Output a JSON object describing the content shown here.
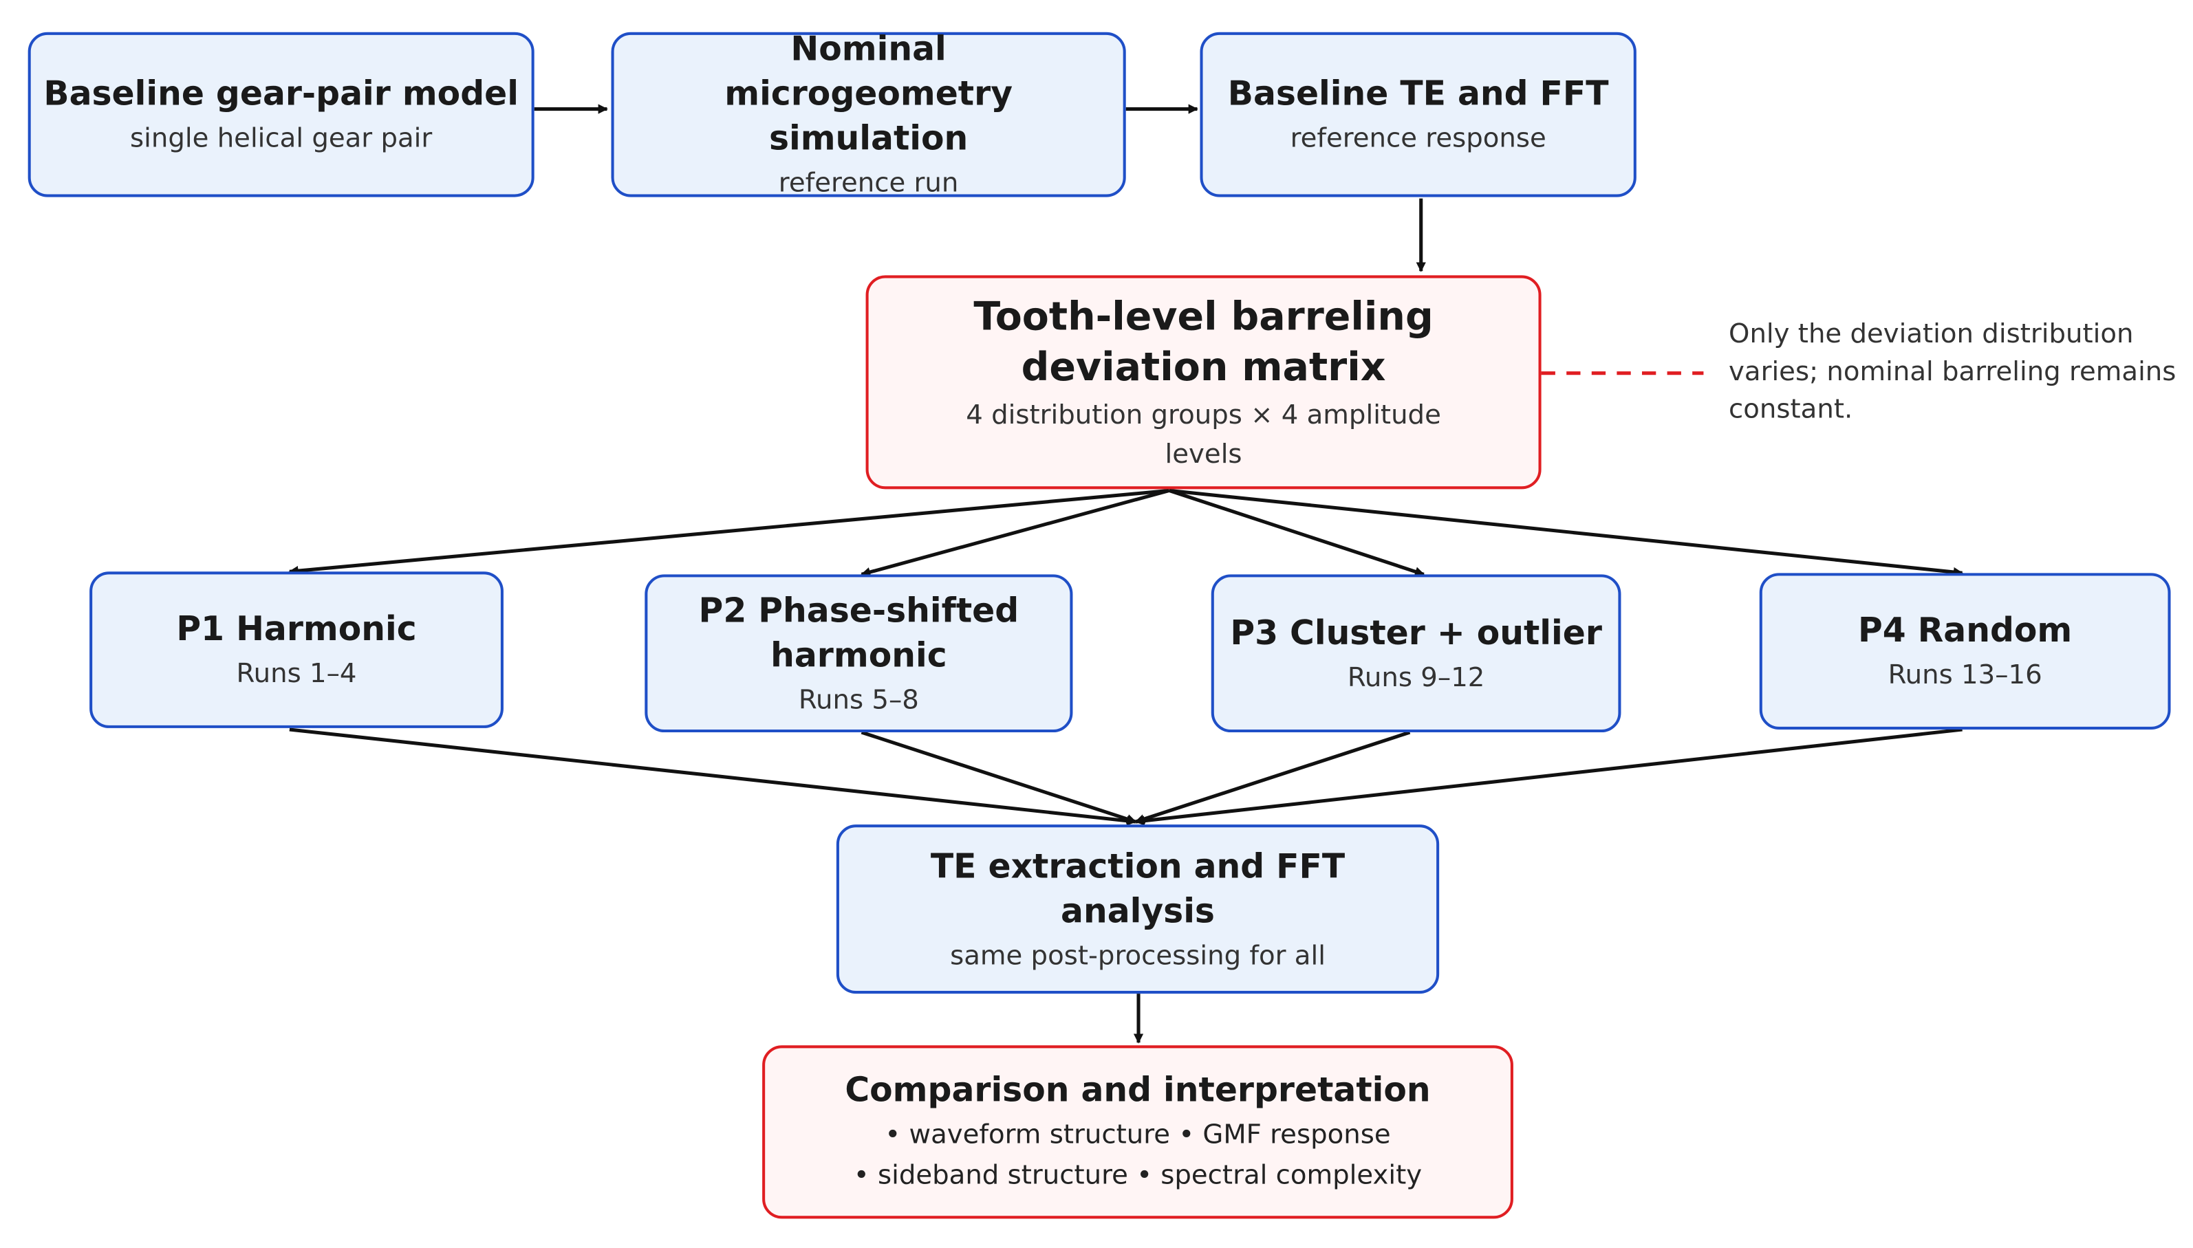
{
  "nodes": {
    "baseline_model": {
      "title": "Baseline gear-pair model",
      "subtitle": "single helical gear pair"
    },
    "nominal_sim": {
      "title": "Nominal microgeometry simulation",
      "subtitle": "reference run"
    },
    "baseline_te": {
      "title": "Baseline TE and FFT",
      "subtitle": "reference response"
    },
    "deviation_matrix": {
      "title": "Tooth-level barreling deviation matrix",
      "subtitle": "4 distribution groups × 4 amplitude levels"
    },
    "p1": {
      "title": "P1 Harmonic",
      "subtitle": "Runs 1–4"
    },
    "p2": {
      "title": "P2 Phase-shifted harmonic",
      "subtitle": "Runs 5–8"
    },
    "p3": {
      "title": "P3 Cluster + outlier",
      "subtitle": "Runs 9–12"
    },
    "p4": {
      "title": "P4 Random",
      "subtitle": "Runs 13–16"
    },
    "te_extraction": {
      "title": "TE extraction and FFT analysis",
      "subtitle": "same post-processing for all"
    },
    "comparison": {
      "title": "Comparison and interpretation",
      "bullets_line1": "• waveform structure  • GMF response",
      "bullets_line2": "• sideband structure  • spectral complexity"
    }
  },
  "note": "Only the deviation distribution varies; nominal barreling remains constant.",
  "colors": {
    "process_border": "#1f4fc7",
    "process_fill": "#eaf2fc",
    "key_border": "#e01e22",
    "key_fill": "#fff5f5",
    "arrow": "#111111",
    "note_connector": "#e01e22"
  }
}
